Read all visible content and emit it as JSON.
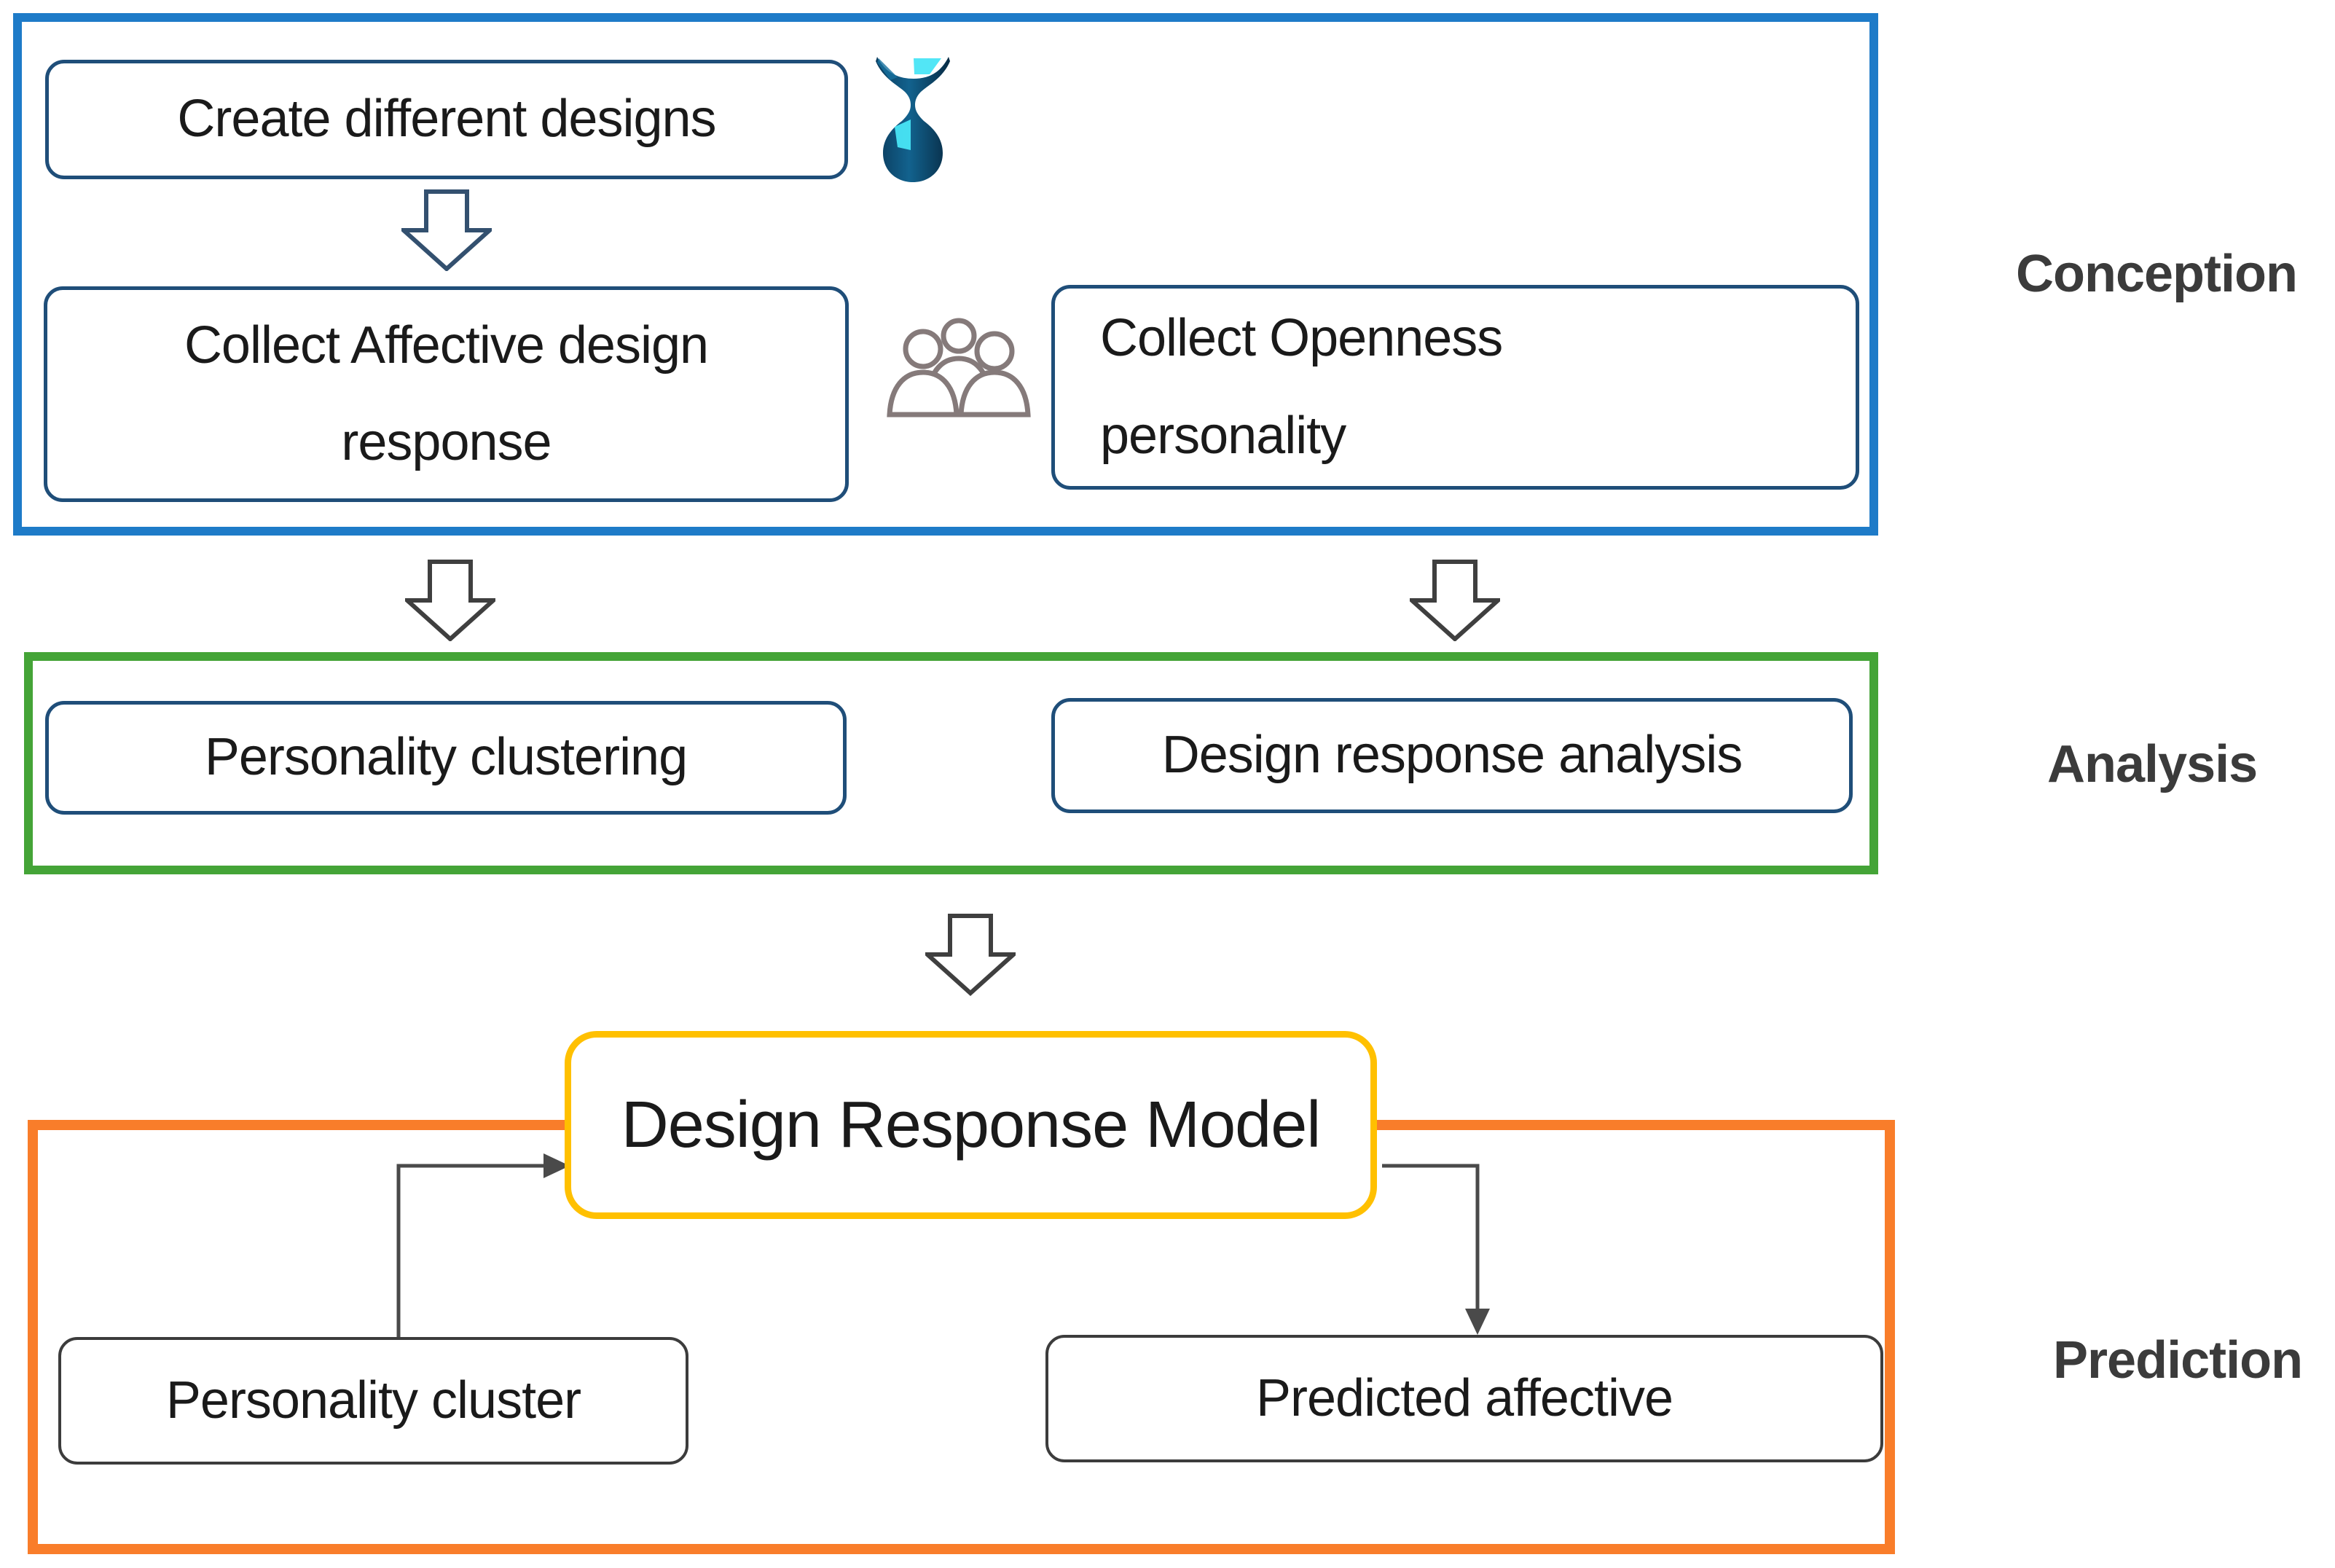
{
  "conception": {
    "label": "Conception",
    "create_box": "Create different designs",
    "affective_box": "Collect Affective design response",
    "openness_box": "Collect Openness personality"
  },
  "analysis": {
    "label": "Analysis",
    "clustering_box": "Personality clustering",
    "response_analysis_box": "Design response analysis"
  },
  "prediction": {
    "label": "Prediction",
    "model_box": "Design Response Model",
    "cluster_box": "Personality cluster",
    "predicted_box": "Predicted affective"
  },
  "icons": {
    "vase": "vase-icon",
    "people": "people-group-icon"
  },
  "colors": {
    "blue": "#1E7BC8",
    "green": "#44A437",
    "orange": "#F97D2A",
    "gold": "#FFC000",
    "navy": "#1F4E79",
    "dark": "#3C3C3C",
    "arrow_navy": "#33506F",
    "arrow_dark": "#3F3F3F",
    "connector": "#4A4A4A",
    "text": "#1A1A1A",
    "label": "#3B3B3B"
  }
}
